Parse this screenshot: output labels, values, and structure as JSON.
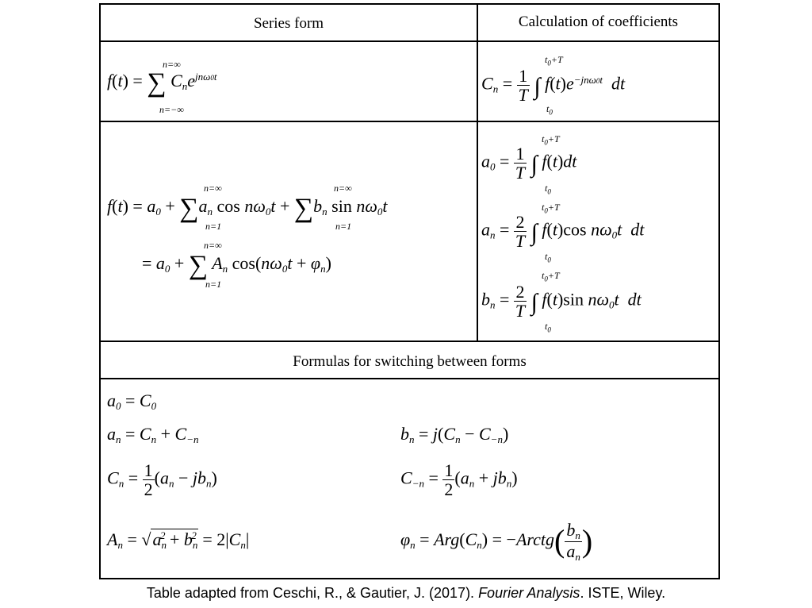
{
  "table": {
    "header_left": "Series form",
    "header_right": "Calculation of coefficients",
    "section_header": "Formulas for switching between forms"
  },
  "caption": {
    "prefix": "Table adapted from Ceschi, R., & Gautier, J. (2017). ",
    "title": "Fourier Analysis",
    "suffix": ". ISTE, Wiley."
  }
}
